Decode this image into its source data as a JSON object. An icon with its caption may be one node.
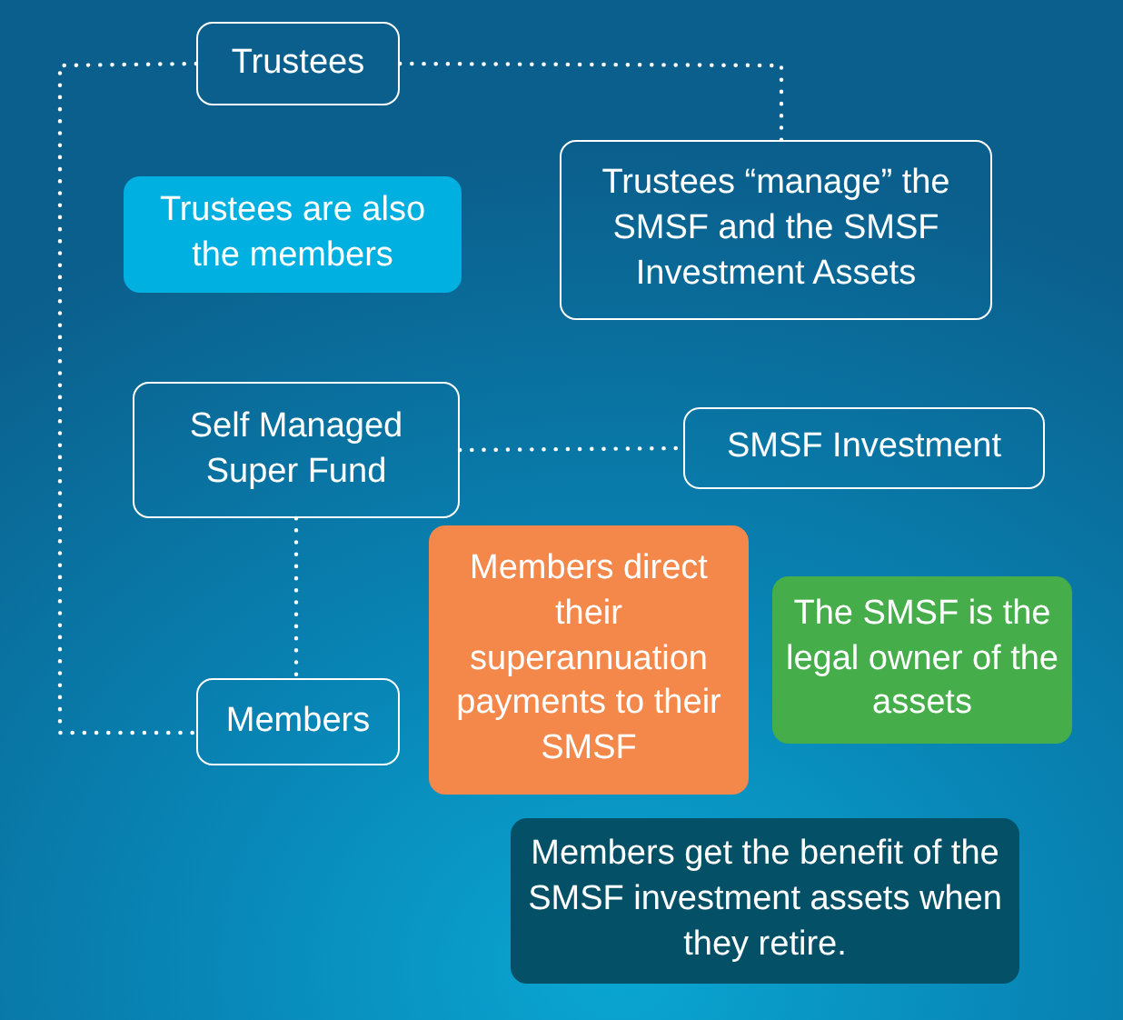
{
  "diagram": {
    "nodes": [
      {
        "text": [
          "Trustees"
        ]
      },
      {
        "text": [
          "Trustees are also the members"
        ]
      },
      {
        "text": [
          "Trustees “manage” the SMSF and the SMSF Investment Assets"
        ]
      },
      {
        "text": [
          "Self Managed Super Fund"
        ]
      },
      {
        "text": [
          "SMSF Investment"
        ]
      },
      {
        "text": [
          "Members"
        ]
      },
      {
        "text": [
          "Members direct their superannuation payments to their SMSF"
        ]
      },
      {
        "text": [
          "The SMSF is the legal owner of the assets"
        ]
      },
      {
        "text": [
          "Members get the benefit of the SMSF investment assets when they retire."
        ]
      }
    ],
    "edges": [
      {
        "from": 0,
        "to": 2,
        "arrow": "none"
      },
      {
        "from": 0,
        "to": 5,
        "arrow": "none"
      },
      {
        "from": 3,
        "to": 4,
        "arrow": "none"
      },
      {
        "from": 3,
        "to": 5,
        "arrow": "none"
      }
    ]
  }
}
